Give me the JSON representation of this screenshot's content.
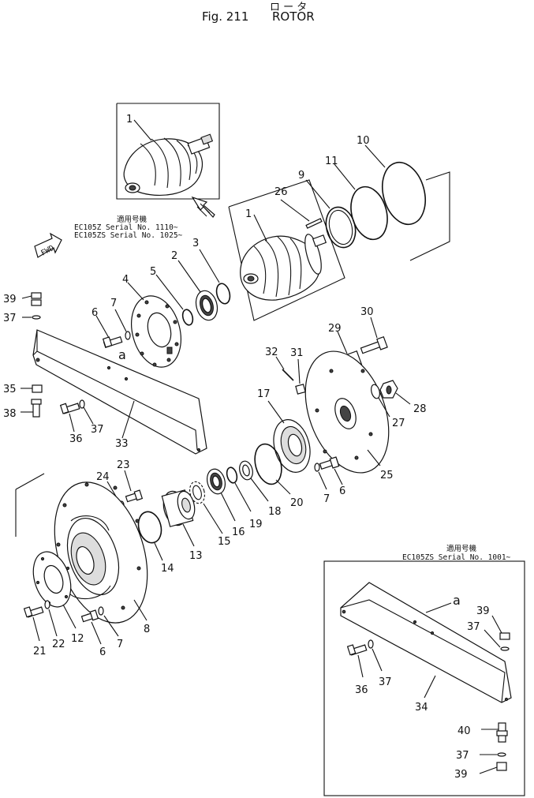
{
  "header": {
    "kana": "ロ ー タ",
    "figure": "Fig. 211",
    "title": "ROTOR"
  },
  "serial_note_top": {
    "heading": "適用号機",
    "line1": "EC105Z  Serial  No. 1110~",
    "line2": "EC105ZS Serial  No. 1025~"
  },
  "serial_note_inset": {
    "heading": "適用号機",
    "line1": "EC105ZS Serial No. 1001~"
  },
  "fwd_label": "FWD",
  "ref_a": "a",
  "labels": {
    "p1a": "1",
    "p1b": "1",
    "p2": "2",
    "p3": "3",
    "p4": "4",
    "p5": "5",
    "p6a": "6",
    "p6b": "6",
    "p6c": "6",
    "p7a": "7",
    "p7b": "7",
    "p7c": "7",
    "p8": "8",
    "p9": "9",
    "p10": "10",
    "p11": "11",
    "p12": "12",
    "p13": "13",
    "p14": "14",
    "p15": "15",
    "p16": "16",
    "p17": "17",
    "p18": "18",
    "p19": "19",
    "p20": "20",
    "p21": "21",
    "p22": "22",
    "p23": "23",
    "p24": "24",
    "p25": "25",
    "p26": "26",
    "p27": "27",
    "p28": "28",
    "p29": "29",
    "p30": "30",
    "p31": "31",
    "p32": "32",
    "p33": "33",
    "p34": "34",
    "p35": "35",
    "p36a": "36",
    "p36b": "36",
    "p37a": "37",
    "p37b": "37",
    "p37c": "37",
    "p37d": "37",
    "p37e": "37",
    "p38": "38",
    "p39a": "39",
    "p39b": "39",
    "p39c": "39",
    "p40": "40"
  }
}
